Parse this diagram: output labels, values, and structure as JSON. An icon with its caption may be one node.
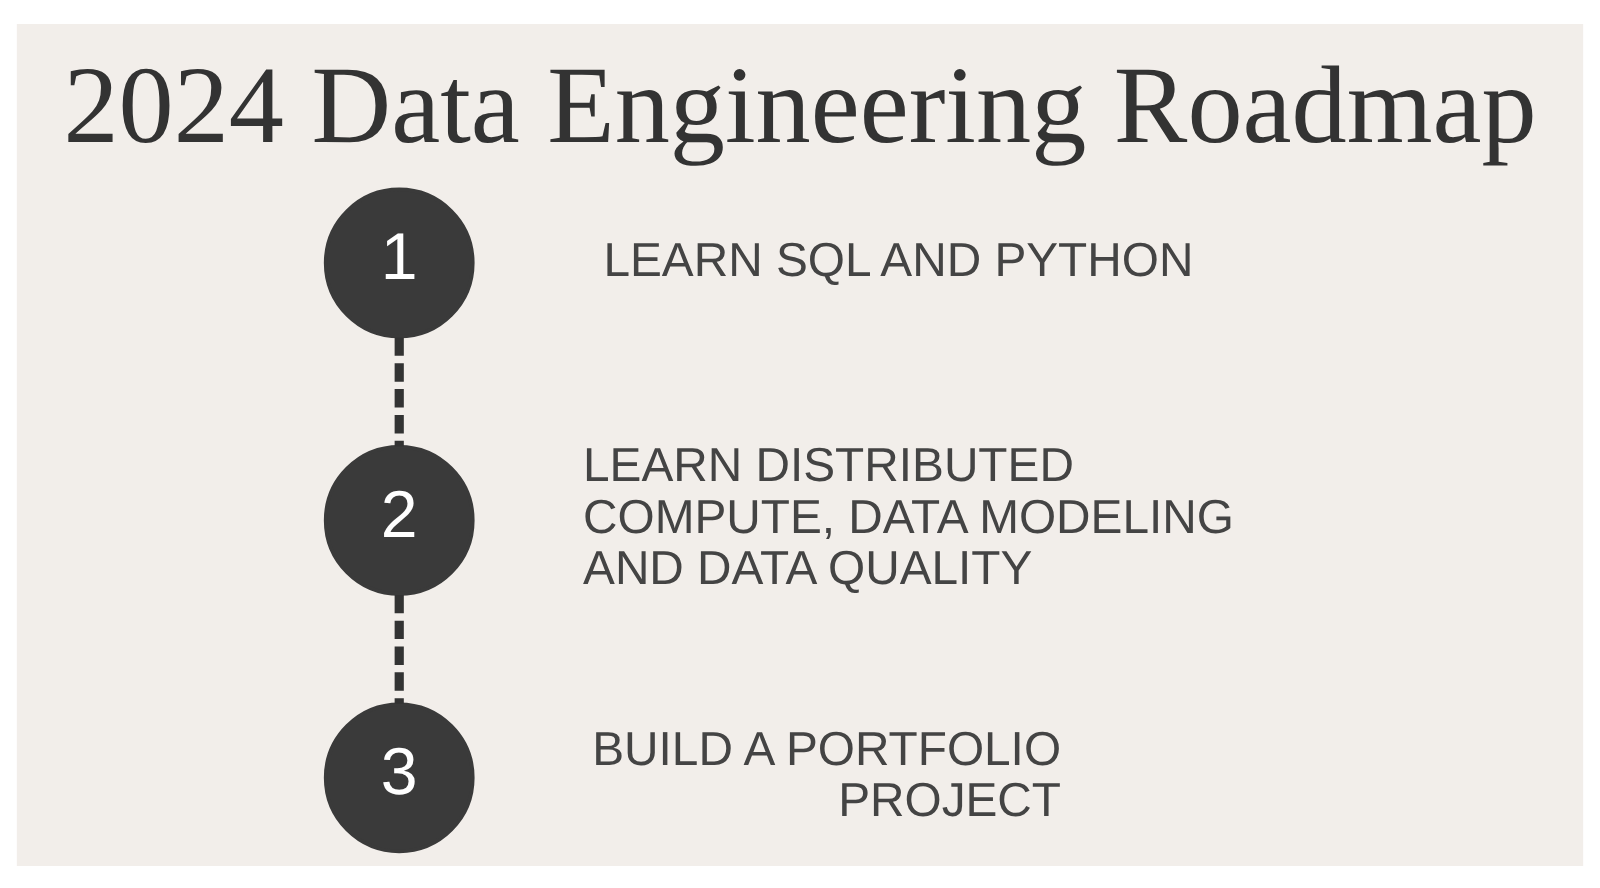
{
  "diagram": {
    "title": "2024 Data Engineering Roadmap",
    "nodes": [
      {
        "text": [
          "1"
        ],
        "beside": [
          "LEARN SQL AND PYTHON"
        ]
      },
      {
        "text": [
          "2"
        ],
        "beside": [
          "LEARN DISTRIBUTED COMPUTE, DATA MODELING AND DATA QUALITY"
        ]
      },
      {
        "text": [
          "3"
        ],
        "beside": [
          "BUILD A PORTFOLIO PROJECT"
        ]
      }
    ],
    "edges": [
      {
        "from": 0,
        "to": 1,
        "arrow": "none",
        "style": "dashed"
      },
      {
        "from": 1,
        "to": 2,
        "arrow": "none",
        "style": "dashed"
      }
    ]
  }
}
